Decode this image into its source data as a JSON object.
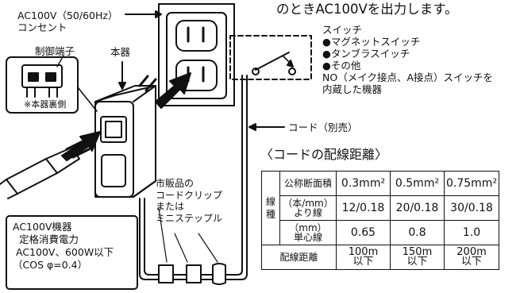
{
  "header_text": "のときAC100Vを出力します。",
  "outlet_label": [
    "AC100V（50/60Hz）",
    "コンセント"
  ],
  "device_label": "本器",
  "terminal_label": "制御端子",
  "terminal_note": "※本器裏側",
  "switch": {
    "title": "スイッチ",
    "items": [
      "●マグネットスイッチ",
      "●タンブラスイッチ",
      "●その他"
    ],
    "note": [
      "NO（メイク接点、A接点）スイッチを",
      "内蔵した機器"
    ]
  },
  "cord_label": "コード（別売）",
  "clip_label": [
    "市販品の",
    "コードクリップ",
    "または",
    "ミニステップル"
  ],
  "appliance_box": {
    "title": "AC100V機器",
    "lines": [
      "定格消費電力",
      "AC100V、600W以下",
      "（COS φ=0.4）"
    ]
  },
  "table": {
    "title": "〈コードの配線距離〉",
    "row_group_label": [
      "線",
      "種"
    ],
    "headers": [
      "公称断面積",
      "0.3mm²",
      "0.5mm²",
      "0.75mm²"
    ],
    "rows": [
      {
        "label": [
          "（本/mm）",
          "より線"
        ],
        "values": [
          "12/0.18",
          "20/0.18",
          "30/0.18"
        ]
      },
      {
        "label": [
          "（mm）",
          "単心線"
        ],
        "values": [
          "0.65",
          "0.8",
          "1.0"
        ]
      }
    ],
    "distance_label": "配線距離",
    "distances": [
      [
        "100m",
        "以下"
      ],
      [
        "150m",
        "以下"
      ],
      [
        "200m",
        "以下"
      ]
    ]
  }
}
